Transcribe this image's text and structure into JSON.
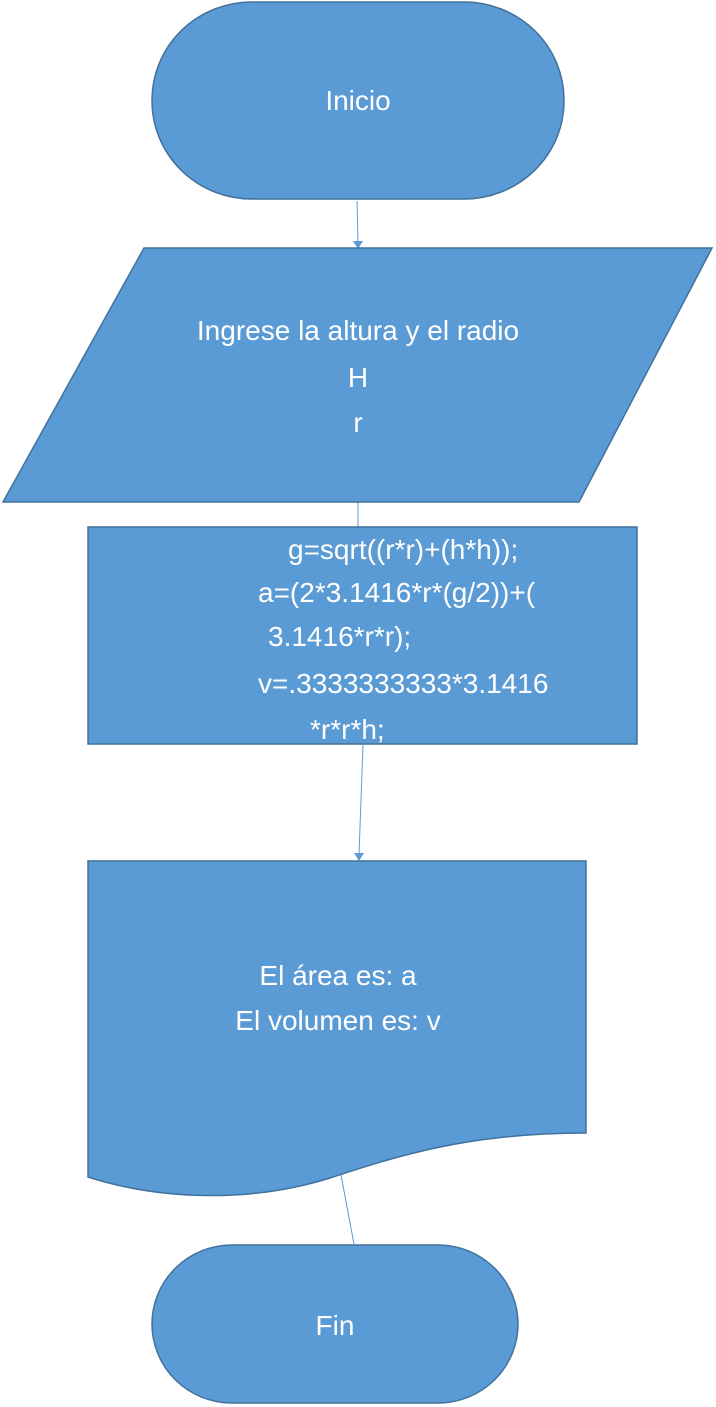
{
  "flowchart": {
    "start": {
      "label": "Inicio"
    },
    "input": {
      "line1": "Ingrese la altura y el radio",
      "line2": "H",
      "line3": "r"
    },
    "process": {
      "line1": "g=sqrt((r*r)+(h*h));",
      "line2": "a=(2*3.1416*r*(g/2))+(",
      "line3": "3.1416*r*r);",
      "line4": "v=.3333333333*3.1416",
      "line5": "*r*r*h;"
    },
    "output": {
      "line1": "El área es: a",
      "line2": "El volumen es: v"
    },
    "end": {
      "label": "Fin"
    }
  },
  "colors": {
    "shape_fill": "#5b9bd5",
    "shape_stroke": "#41719c",
    "text": "#ffffff"
  }
}
